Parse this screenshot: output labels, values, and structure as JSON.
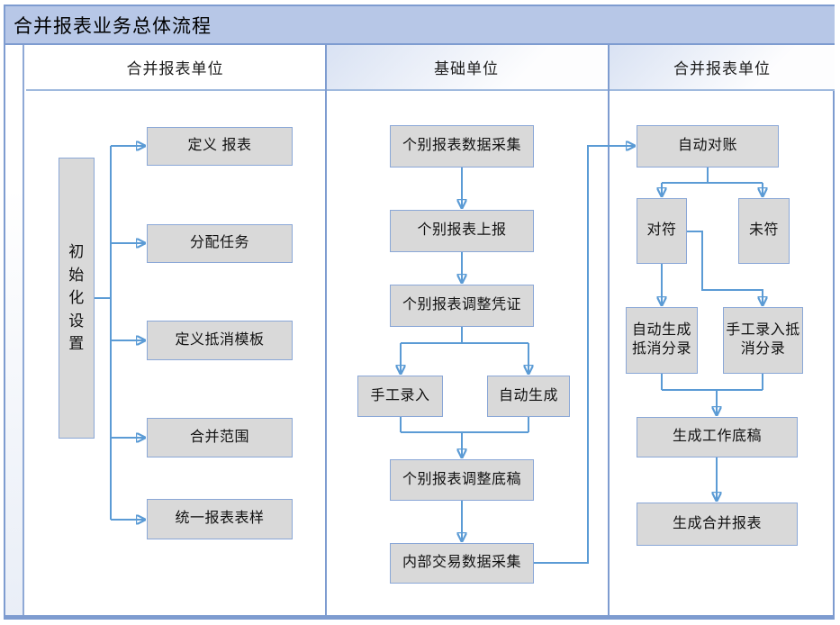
{
  "title": "合并报表业务总体流程",
  "lanes": {
    "left_header": "合并报表单位",
    "middle_header": "基础单位",
    "right_header": "合并报表单位"
  },
  "nodes": {
    "init_settings": "初始化设置",
    "define_report": "定义 报表",
    "assign_task": "分配任务",
    "define_elim_template": "定义抵消模板",
    "consolidation_scope": "合并范围",
    "unified_report_format": "统一报表表样",
    "individual_data_collection": "个别报表数据采集",
    "individual_report_submit": "个别报表上报",
    "individual_adjust_voucher": "个别报表调整凭证",
    "manual_entry": "手工录入",
    "auto_generate": "自动生成",
    "individual_adjust_draft": "个别报表调整底稿",
    "internal_trade_collection": "内部交易数据采集",
    "auto_reconciliation": "自动对账",
    "matched": "对符",
    "unmatched": "未符",
    "auto_gen_elim_entries": "自动生成抵消分录",
    "manual_entry_elim_entries": "手工录入抵消分录",
    "generate_working_draft": "生成工作底稿",
    "generate_consolidated_report": "生成合并报表"
  },
  "colors": {
    "title_bar": "#b7c7e7",
    "frame_border": "#7e9cd0",
    "node_fill": "#d9d9d9",
    "node_border": "#8aa7d7",
    "connector": "#5b9bd5"
  }
}
